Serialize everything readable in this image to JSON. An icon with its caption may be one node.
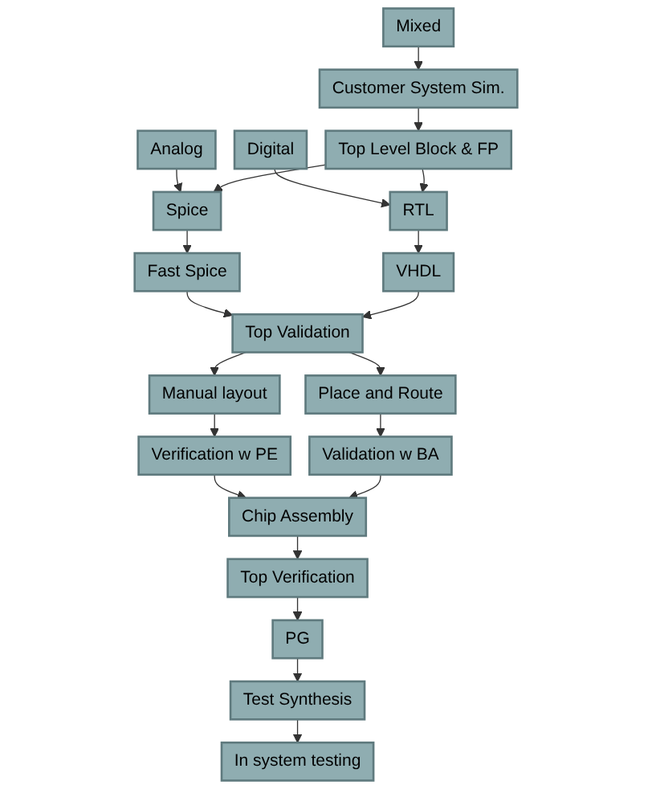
{
  "diagram": {
    "nodes": [
      {
        "text": [
          "Analog"
        ]
      },
      {
        "text": [
          "Mixed"
        ]
      },
      {
        "text": [
          "Digital"
        ]
      },
      {
        "text": [
          "Customer System Sim."
        ]
      },
      {
        "text": [
          "Top Level Block & FP"
        ]
      },
      {
        "text": [
          "Spice"
        ]
      },
      {
        "text": [
          "RTL"
        ]
      },
      {
        "text": [
          "Fast Spice"
        ]
      },
      {
        "text": [
          "VHDL"
        ]
      },
      {
        "text": [
          "Top Validation"
        ]
      },
      {
        "text": [
          "Manual layout"
        ]
      },
      {
        "text": [
          "Place and Route"
        ]
      },
      {
        "text": [
          "Verification w PE"
        ]
      },
      {
        "text": [
          "Validation w BA"
        ]
      },
      {
        "text": [
          "Chip Assembly"
        ]
      },
      {
        "text": [
          "Top Verification"
        ]
      },
      {
        "text": [
          "PG"
        ]
      },
      {
        "text": [
          "Test Synthesis"
        ]
      },
      {
        "text": [
          "In system testing"
        ]
      }
    ],
    "edges": [
      {
        "from": 0,
        "to": 5,
        "arrow": "to"
      },
      {
        "from": 1,
        "to": 3,
        "arrow": "to"
      },
      {
        "from": 2,
        "to": 6,
        "arrow": "to"
      },
      {
        "from": 3,
        "to": 4,
        "arrow": "to"
      },
      {
        "from": 4,
        "to": 5,
        "arrow": "to"
      },
      {
        "from": 4,
        "to": 6,
        "arrow": "to"
      },
      {
        "from": 5,
        "to": 7,
        "arrow": "to"
      },
      {
        "from": 6,
        "to": 8,
        "arrow": "to"
      },
      {
        "from": 7,
        "to": 9,
        "arrow": "to"
      },
      {
        "from": 8,
        "to": 9,
        "arrow": "to"
      },
      {
        "from": 9,
        "to": 10,
        "arrow": "to"
      },
      {
        "from": 9,
        "to": 11,
        "arrow": "to"
      },
      {
        "from": 10,
        "to": 12,
        "arrow": "to"
      },
      {
        "from": 11,
        "to": 13,
        "arrow": "to"
      },
      {
        "from": 12,
        "to": 14,
        "arrow": "to"
      },
      {
        "from": 13,
        "to": 14,
        "arrow": "to"
      },
      {
        "from": 14,
        "to": 15,
        "arrow": "to"
      },
      {
        "from": 15,
        "to": 16,
        "arrow": "to"
      },
      {
        "from": 16,
        "to": 17,
        "arrow": "to"
      },
      {
        "from": 17,
        "to": 18,
        "arrow": "to"
      }
    ]
  }
}
